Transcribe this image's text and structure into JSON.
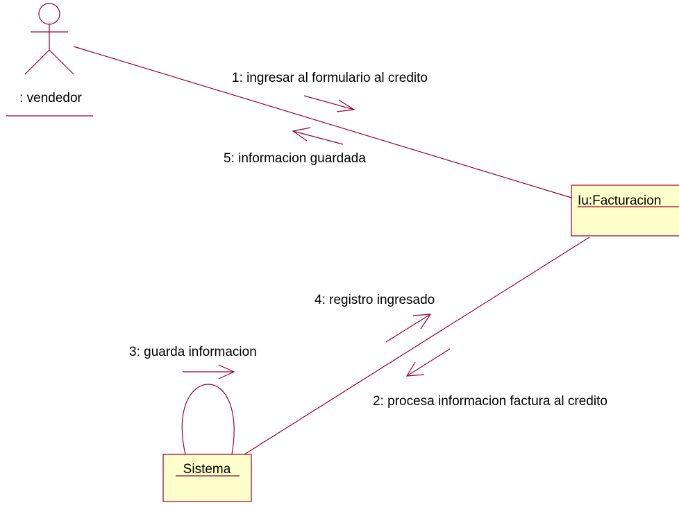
{
  "diagram": {
    "actor": {
      "name": ": vendedor",
      "icon": "stick-figure-icon"
    },
    "objects": {
      "facturacion": {
        "name": "Iu:Facturacion"
      },
      "sistema": {
        "name": "Sistema"
      }
    },
    "messages": {
      "m1": "1: ingresar al formulario al credito",
      "m2": "2: procesa informacion factura al credito",
      "m3": "3: guarda informacion",
      "m4": "4: registro ingresado",
      "m5": "5: informacion guardada"
    }
  },
  "colors": {
    "line": "#990033",
    "object_fill": "#ffffcc",
    "text": "#000000"
  }
}
